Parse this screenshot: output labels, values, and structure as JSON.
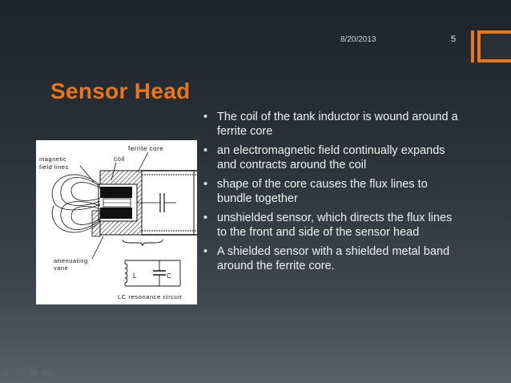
{
  "slide": {
    "date": "8/20/2013",
    "page_number": "5",
    "title": "Sensor Head",
    "accent_color": "#e8761f",
    "bullets": [
      "The coil of the tank inductor is wound around a ferrite core",
      "an electromagnetic field continually expands and contracts around the coil",
      "shape of the core causes the flux lines to bundle together",
      "unshielded sensor, which directs the flux lines to the front and side of the sensor head",
      "A shielded sensor with a shielded metal band around the ferrite core."
    ],
    "bullet_symbol": "•"
  },
  "figure": {
    "labels": {
      "ferrite_core": "ferrite core",
      "magnetic_field_lines_1": "magnetic",
      "magnetic_field_lines_2": "field lines",
      "coil": "coil",
      "attenuating_1": "attenuating",
      "attenuating_2": "vane",
      "L": "L",
      "C": "C",
      "caption": "LC resonance circuit"
    }
  },
  "nav": {
    "icons": [
      "back-arrow-icon",
      "pen-icon",
      "slides-icon",
      "menu-icon"
    ]
  }
}
